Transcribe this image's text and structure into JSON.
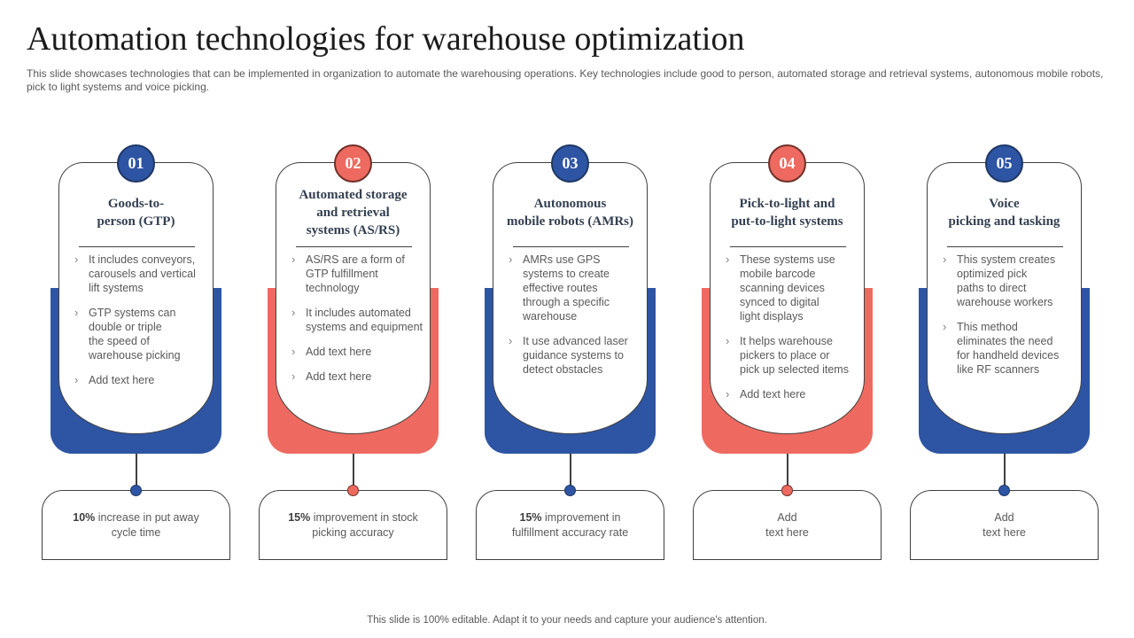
{
  "slide": {
    "title": "Automation technologies for warehouse optimization",
    "description": "This slide showcases technologies that can be implemented in organization to automate the warehousing operations. Key technologies include good to person, automated storage and retrieval systems, autonomous mobile robots, pick to light systems and voice picking.",
    "footer_note": "This slide is 100% editable. Adapt it to your needs and capture your audience's attention."
  },
  "glyphs": {
    "bullet": "›"
  },
  "colors": {
    "blue": "#2e55a4",
    "blue_dark": "#1f3864",
    "red": "#ee6a60",
    "red_dark": "#703029",
    "outline": "#404040",
    "body_text": "#595959",
    "card_title": "#333f50"
  },
  "cards": [
    {
      "number": "01",
      "accent": "blue",
      "title_lines": [
        "Goods-to-",
        "person (GTP)"
      ],
      "bullets": [
        "It includes conveyors,\ncarousels and vertical\nlift systems",
        "GTP systems can\ndouble or triple\nthe speed of\nwarehouse picking",
        "Add text here"
      ],
      "stat_value": "10%",
      "stat_text": " increase in put away\ncycle time"
    },
    {
      "number": "02",
      "accent": "red",
      "title_lines": [
        "Automated storage",
        "and retrieval",
        "systems (AS/RS)"
      ],
      "bullets": [
        "AS/RS are a form of\nGTP fulfillment\ntechnology",
        "It includes automated\nsystems and equipment",
        "Add text here",
        "Add text here"
      ],
      "stat_value": "15%",
      "stat_text": " improvement in stock\npicking accuracy"
    },
    {
      "number": "03",
      "accent": "blue",
      "title_lines": [
        "Autonomous",
        "mobile robots (AMRs)"
      ],
      "bullets": [
        "AMRs use GPS\nsystems to create\neffective routes\nthrough a specific\nwarehouse",
        "It use advanced laser\nguidance systems to\ndetect obstacles"
      ],
      "stat_value": "15%",
      "stat_text": " improvement in\nfulfillment accuracy rate"
    },
    {
      "number": "04",
      "accent": "red",
      "title_lines": [
        "Pick-to-light and",
        "put-to-light systems"
      ],
      "bullets": [
        "These systems use\nmobile barcode\nscanning devices\nsynced to digital\nlight displays",
        "It helps warehouse\npickers to place or\npick up selected items",
        "Add text here"
      ],
      "stat_value": "",
      "stat_text": "Add\ntext here"
    },
    {
      "number": "05",
      "accent": "blue",
      "title_lines": [
        "Voice",
        "picking and tasking"
      ],
      "bullets": [
        "This system creates\noptimized pick\npaths to direct\nwarehouse workers",
        "This method\neliminates the need\nfor handheld devices\nlike RF scanners"
      ],
      "stat_value": "",
      "stat_text": "Add\ntext here"
    }
  ]
}
